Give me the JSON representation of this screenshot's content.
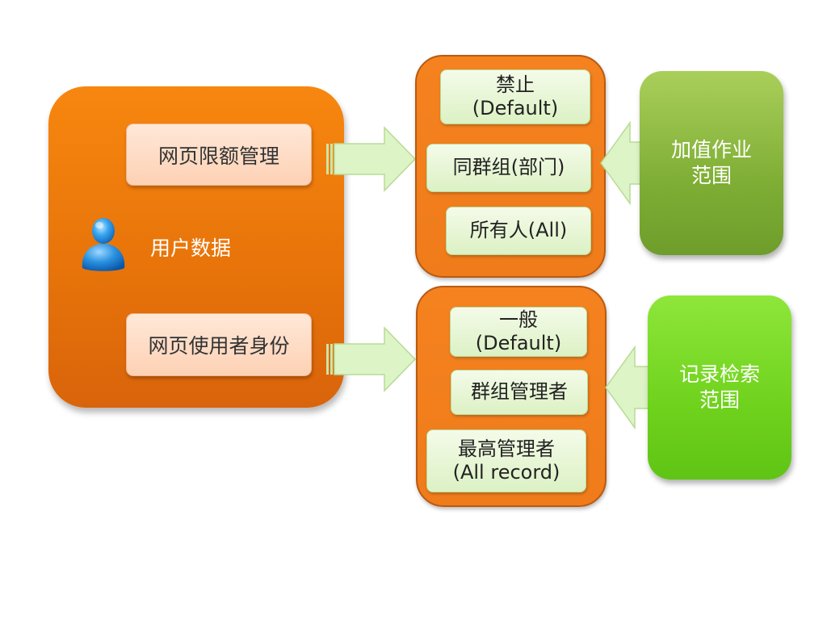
{
  "user_panel": {
    "label": "用户数据",
    "icon": "user-icon",
    "buttons": {
      "quota": "网页限额管理",
      "identity": "网页使用者身份"
    }
  },
  "top_group": {
    "options": [
      {
        "line1": "禁止",
        "line2": "(Default)"
      },
      {
        "line1": "同群组(部门)"
      },
      {
        "line1": "所有人(All)"
      }
    ],
    "scope": {
      "line1": "加值作业",
      "line2": "范围"
    }
  },
  "bottom_group": {
    "options": [
      {
        "line1": "一般",
        "line2": "(Default)"
      },
      {
        "line1": "群组管理者"
      },
      {
        "line1": "最高管理者",
        "line2": "(All record)"
      }
    ],
    "scope": {
      "line1": "记录检索",
      "line2": "范围"
    }
  },
  "colors": {
    "orange": "#f5821f",
    "olive_green": "#7fae35",
    "bright_green": "#6fd21d",
    "pill_green": "#dcf1c4",
    "arrow_green": "#d9f3c2"
  }
}
